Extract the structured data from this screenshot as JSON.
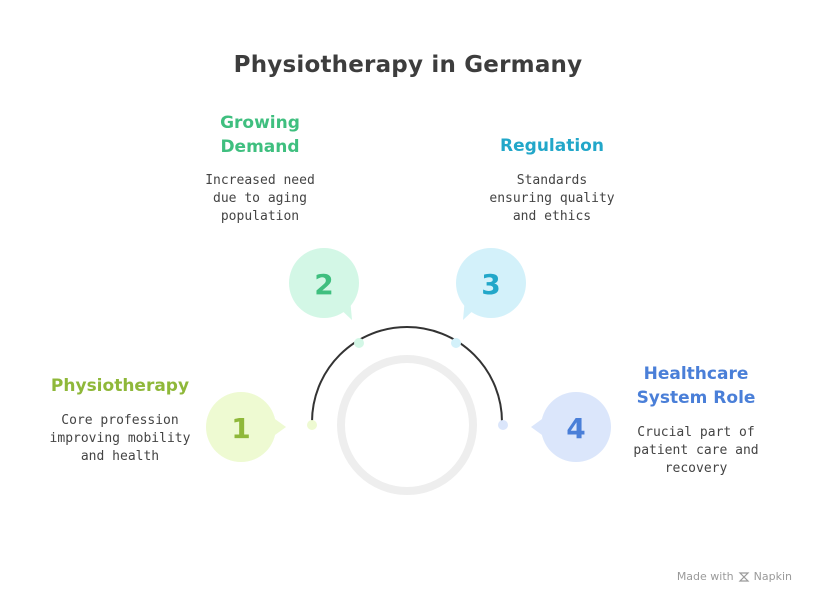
{
  "title": "Physiotherapy in Germany",
  "steps": [
    {
      "number": "1",
      "title": "Physiotherapy",
      "description": "Core profession\nimproving mobility\nand health",
      "color": "#8fb83a",
      "bubble": "#eefad2"
    },
    {
      "number": "2",
      "title": "Growing\nDemand",
      "description": "Increased need\ndue to aging\npopulation",
      "color": "#3fbf7f",
      "bubble": "#d3f7e6"
    },
    {
      "number": "3",
      "title": "Regulation",
      "description": "Standards\nensuring quality\nand ethics",
      "color": "#22a7c9",
      "bubble": "#d3f1fa"
    },
    {
      "number": "4",
      "title": "Healthcare\nSystem Role",
      "description": "Crucial part of\npatient care and\nrecovery",
      "color": "#4a7fd8",
      "bubble": "#dbe6fb"
    }
  ],
  "footer": {
    "made_with": "Made with",
    "brand": "Napkin"
  }
}
